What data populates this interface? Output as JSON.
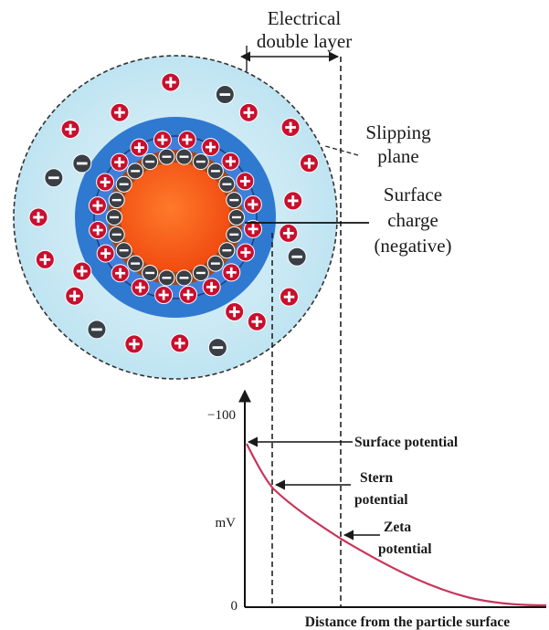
{
  "labels": {
    "electrical_double_layer": [
      "Electrical",
      "double layer"
    ],
    "slipping_plane": [
      "Slipping",
      "plane"
    ],
    "surface_charge": [
      "Surface",
      "charge",
      "(negative)"
    ],
    "surface_potential": "Surface potential",
    "stern_potential": [
      "Stern",
      "potential"
    ],
    "zeta_potential": [
      "Zeta",
      "potential"
    ]
  },
  "axes": {
    "y_top_tick": "−100",
    "y_label": "mV",
    "y_zero": "0",
    "x_label": "Distance from the particle surface"
  },
  "symbols": {
    "plus": "+",
    "minus": "−"
  },
  "colors": {
    "outer_layer": "#c8e8f2",
    "diffuse_dark": "#2f7ad0",
    "stern_blue": "#3f7fdc",
    "stern_brown": "#9c4a22",
    "core": "#ff5a1a",
    "plus_ion": "#c8102e",
    "minus_ion": "#3a3f46",
    "curve": "#c8355a"
  }
}
